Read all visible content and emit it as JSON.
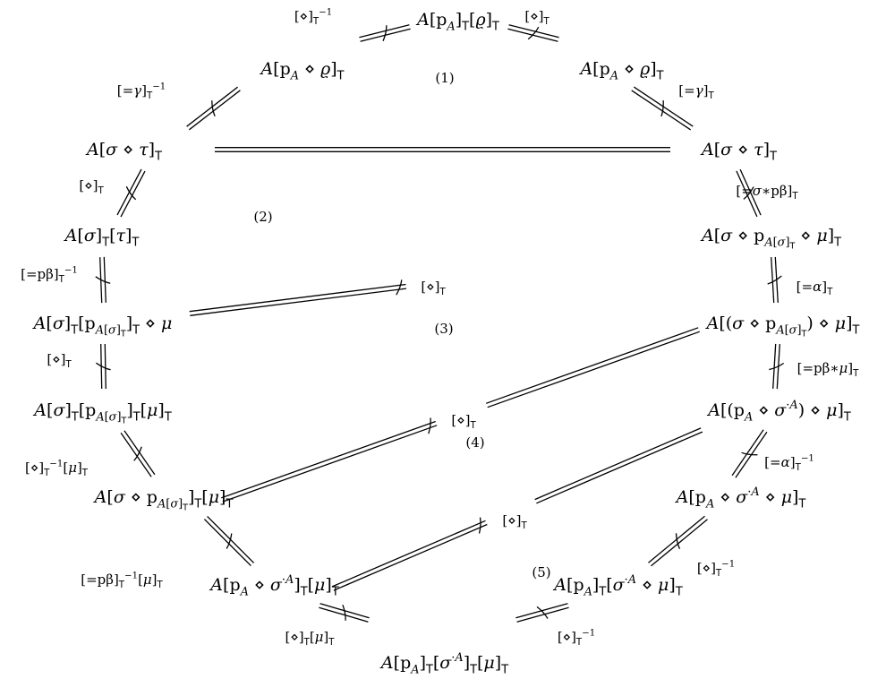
{
  "nodes": [
    {
      "id": "n1",
      "label": "A[p_A]_T[ϱ]_T"
    },
    {
      "id": "n2",
      "label": "A[p_A ⋄ ϱ]_T"
    },
    {
      "id": "n3",
      "label": "A[p_A ⋄ ϱ]_T"
    },
    {
      "id": "n4",
      "label": "A[σ ⋄ τ]_T"
    },
    {
      "id": "n5",
      "label": "A[σ ⋄ τ]_T"
    },
    {
      "id": "n6",
      "label": "A[σ]_T[τ]_T"
    },
    {
      "id": "n7",
      "label": "A[σ ⋄ p_A[σ]_T ⋄ μ]_T"
    },
    {
      "id": "n8",
      "label": "A[σ]_T[p_A[σ]_T]_T ⋄ μ"
    },
    {
      "id": "n9",
      "label": "A[(σ ⋄ p_A[σ]_T) ⋄ μ]_T"
    },
    {
      "id": "n10",
      "label": "A[σ]_T[p_A[σ]_T]_T[μ]_T"
    },
    {
      "id": "n11",
      "label": "A[(p_A ⋄ σ·A) ⋄ μ]_T"
    },
    {
      "id": "n12",
      "label": "A[σ ⋄ p_A[σ]_T]_T[μ]_T"
    },
    {
      "id": "n13",
      "label": "A[p_A ⋄ σ·A ⋄ μ]_T"
    },
    {
      "id": "n14",
      "label": "A[p_A ⋄ σ·A]_T[μ]_T"
    },
    {
      "id": "n15",
      "label": "A[p_A]_T[σ·A ⋄ μ]_T"
    },
    {
      "id": "n16",
      "label": "A[p_A]_T[σ·A]_T[μ]_T"
    }
  ],
  "edges": [
    {
      "id": "e1",
      "from": "n1",
      "to": "n2",
      "label": "[⋄]_T^-1"
    },
    {
      "id": "e2",
      "from": "n1",
      "to": "n3",
      "label": "[⋄]_T"
    },
    {
      "id": "e3",
      "from": "n2",
      "to": "n4",
      "label": "[=γ]_T^-1"
    },
    {
      "id": "e4",
      "from": "n3",
      "to": "n5",
      "label": "[=γ]_T"
    },
    {
      "id": "e5",
      "from": "n4",
      "to": "n5",
      "label": ""
    },
    {
      "id": "e6",
      "from": "n4",
      "to": "n6",
      "label": "[⋄]_T"
    },
    {
      "id": "e7",
      "from": "n5",
      "to": "n7",
      "label": "[=σ∗pβ]_T"
    },
    {
      "id": "e8",
      "from": "n6",
      "to": "n8",
      "label": "[=pβ]_T^-1"
    },
    {
      "id": "e9",
      "from": "n7",
      "to": "n8",
      "label": "[⋄]_T"
    },
    {
      "id": "e10",
      "from": "n7",
      "to": "n9",
      "label": "[=α]_T"
    },
    {
      "id": "e11",
      "from": "n8",
      "to": "n10",
      "label": "[⋄]_T"
    },
    {
      "id": "e12",
      "from": "n9",
      "to": "n11",
      "label": "[=pβ∗μ]_T"
    },
    {
      "id": "e13",
      "from": "n9",
      "to": "n12",
      "label": "[⋄]_T"
    },
    {
      "id": "e14",
      "from": "n10",
      "to": "n12",
      "label": "[⋄]_T^-1[μ]_T"
    },
    {
      "id": "e15",
      "from": "n11",
      "to": "n13",
      "label": "[=α]_T^-1"
    },
    {
      "id": "e16",
      "from": "n11",
      "to": "n14",
      "label": "[⋄]_T"
    },
    {
      "id": "e17",
      "from": "n12",
      "to": "n14",
      "label": "[=pβ]_T^-1[μ]_T"
    },
    {
      "id": "e18",
      "from": "n13",
      "to": "n15",
      "label": "[⋄]_T^-1"
    },
    {
      "id": "e19",
      "from": "n14",
      "to": "n16",
      "label": "[⋄]_T[μ]_T"
    },
    {
      "id": "e20",
      "from": "n15",
      "to": "n16",
      "label": "[⋄]_T^-1"
    }
  ],
  "regions": [
    {
      "id": "r1",
      "label": "(1)"
    },
    {
      "id": "r2",
      "label": "(2)"
    },
    {
      "id": "r3",
      "label": "(3)"
    },
    {
      "id": "r4",
      "label": "(4)"
    },
    {
      "id": "r5",
      "label": "(5)"
    }
  ]
}
